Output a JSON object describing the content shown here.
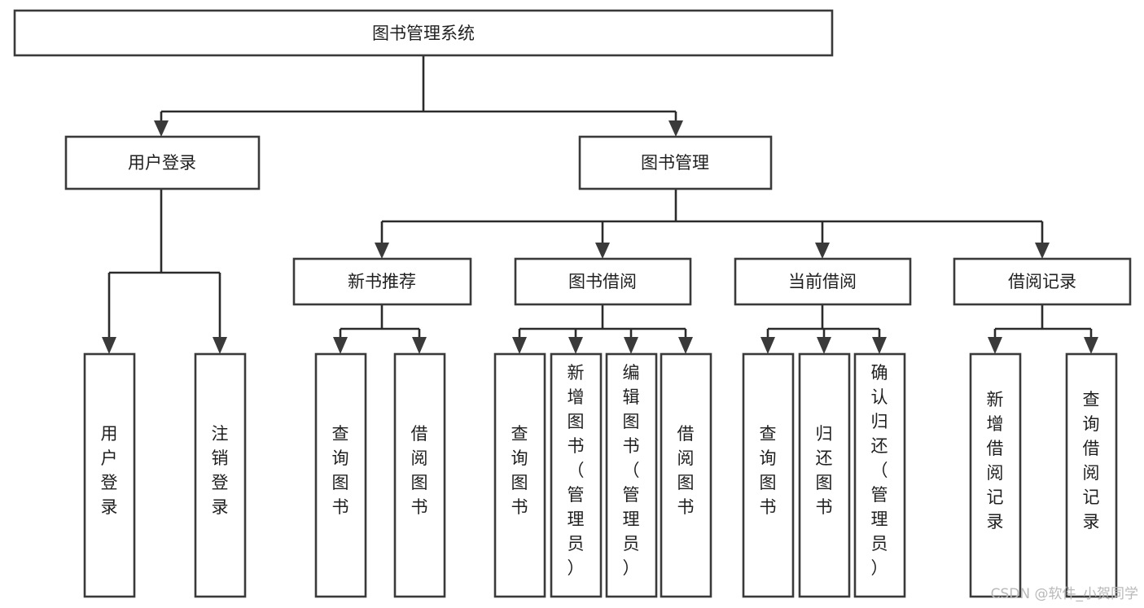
{
  "diagram": {
    "title": "图书管理系统",
    "type": "tree",
    "orientation": "top-down",
    "root": {
      "id": "root",
      "label": "图书管理系统",
      "text_orientation": "horizontal"
    },
    "level2": [
      {
        "id": "user-login",
        "label": "用户登录",
        "text_orientation": "horizontal"
      },
      {
        "id": "book-management",
        "label": "图书管理",
        "text_orientation": "horizontal"
      }
    ],
    "level3": [
      {
        "id": "new-book-recommend",
        "label": "新书推荐",
        "parent": "book-management",
        "text_orientation": "horizontal"
      },
      {
        "id": "book-borrow",
        "label": "图书借阅",
        "parent": "book-management",
        "text_orientation": "horizontal"
      },
      {
        "id": "current-borrow",
        "label": "当前借阅",
        "parent": "book-management",
        "text_orientation": "horizontal"
      },
      {
        "id": "borrow-record",
        "label": "借阅记录",
        "parent": "book-management",
        "text_orientation": "horizontal"
      }
    ],
    "leaves": [
      {
        "id": "leaf-user-login",
        "label": "用户登录",
        "parent": "user-login",
        "text_orientation": "vertical",
        "lines": [
          "用",
          "户",
          "登",
          "录"
        ]
      },
      {
        "id": "leaf-user-logout",
        "label": "注销登录",
        "parent": "user-login",
        "text_orientation": "vertical",
        "lines": [
          "注",
          "销",
          "登",
          "录"
        ]
      },
      {
        "id": "leaf-query-book-1",
        "label": "查询图书",
        "parent": "new-book-recommend",
        "text_orientation": "vertical",
        "lines": [
          "查",
          "询",
          "图",
          "书"
        ]
      },
      {
        "id": "leaf-borrow-book-1",
        "label": "借阅图书",
        "parent": "new-book-recommend",
        "text_orientation": "vertical",
        "lines": [
          "借",
          "阅",
          "图",
          "书"
        ]
      },
      {
        "id": "leaf-query-book-2",
        "label": "查询图书",
        "parent": "book-borrow",
        "text_orientation": "vertical",
        "lines": [
          "查",
          "询",
          "图",
          "书"
        ]
      },
      {
        "id": "leaf-add-book",
        "label": "新增图书（管理员）",
        "parent": "book-borrow",
        "text_orientation": "vertical",
        "lines": [
          "新",
          "增",
          "图",
          "书",
          "（",
          "管",
          "理",
          "员",
          "）"
        ]
      },
      {
        "id": "leaf-edit-book",
        "label": "编辑图书（管理员）",
        "parent": "book-borrow",
        "text_orientation": "vertical",
        "lines": [
          "编",
          "辑",
          "图",
          "书",
          "（",
          "管",
          "理",
          "员",
          "）"
        ]
      },
      {
        "id": "leaf-borrow-book-2",
        "label": "借阅图书",
        "parent": "book-borrow",
        "text_orientation": "vertical",
        "lines": [
          "借",
          "阅",
          "图",
          "书"
        ]
      },
      {
        "id": "leaf-query-book-3",
        "label": "查询图书",
        "parent": "current-borrow",
        "text_orientation": "vertical",
        "lines": [
          "查",
          "询",
          "图",
          "书"
        ]
      },
      {
        "id": "leaf-return-book",
        "label": "归还图书",
        "parent": "current-borrow",
        "text_orientation": "vertical",
        "lines": [
          "归",
          "还",
          "图",
          "书"
        ]
      },
      {
        "id": "leaf-confirm-return",
        "label": "确认归还（管理员）",
        "parent": "current-borrow",
        "text_orientation": "vertical",
        "lines": [
          "确",
          "认",
          "归",
          "还",
          "（",
          "管",
          "理",
          "员",
          "）"
        ]
      },
      {
        "id": "leaf-add-record",
        "label": "新增借阅记录",
        "parent": "borrow-record",
        "text_orientation": "vertical",
        "lines": [
          "新",
          "增",
          "借",
          "阅",
          "记",
          "录"
        ]
      },
      {
        "id": "leaf-query-record",
        "label": "查询借阅记录",
        "parent": "borrow-record",
        "text_orientation": "vertical",
        "lines": [
          "查",
          "询",
          "借",
          "阅",
          "记",
          "录"
        ]
      }
    ]
  },
  "colors": {
    "box_stroke": "#3a3a3a",
    "box_fill": "#ffffff",
    "connector": "#2b2b2b",
    "text": "#1f1f1f",
    "watermark": "#b9b9b9",
    "background": "#ffffff"
  },
  "watermark": {
    "text": "CSDN @软件_小贺同学"
  }
}
